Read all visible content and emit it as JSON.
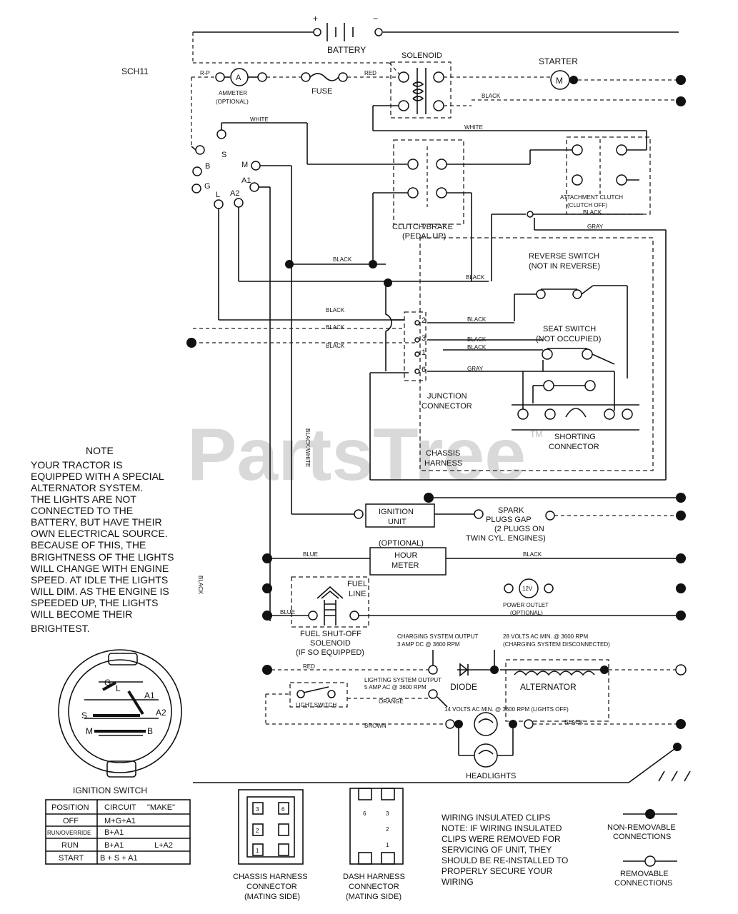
{
  "diagram": {
    "ref": "SCH11",
    "watermark": "PartsTree",
    "watermark_tm": "TM"
  },
  "components": {
    "battery": "BATTERY",
    "battery_pos": "+",
    "battery_neg": "−",
    "solenoid": "SOLENOID",
    "starter": "STARTER",
    "starter_motor": "M",
    "ammeter_symbol": "A",
    "ammeter_1": "AMMETER",
    "ammeter_2": "(OPTIONAL)",
    "fuse": "FUSE",
    "attachment_clutch_1": "ATTACHMENT CLUTCH",
    "attachment_clutch_2": "(CLUTCH OFF)",
    "clutch_brake_1": "CLUTCH/BRAKE",
    "clutch_brake_2": "(PEDAL UP)",
    "reverse_switch_1": "REVERSE SWITCH",
    "reverse_switch_2": "(NOT IN REVERSE)",
    "seat_switch_1": "SEAT SWITCH",
    "seat_switch_2": "(NOT OCCUPIED)",
    "junction_1": "JUNCTION",
    "junction_2": "CONNECTOR",
    "shorting_1": "SHORTING",
    "shorting_2": "CONNECTOR",
    "chassis_harness_1": "CHASSIS",
    "chassis_harness_2": "HARNESS",
    "ignition_unit_1": "IGNITION",
    "ignition_unit_2": "UNIT",
    "spark_1": "SPARK",
    "spark_2": "PLUGS GAP",
    "spark_3": "(2 PLUGS ON",
    "spark_4": "TWIN CYL. ENGINES)",
    "hour_meter_opt": "(OPTIONAL)",
    "hour_meter_1": "HOUR",
    "hour_meter_2": "METER",
    "fuel_line_1": "FUEL",
    "fuel_line_2": "LINE",
    "power_outlet_symbol": "12V",
    "power_outlet_1": "POWER OUTLET",
    "power_outlet_2": "(OPTIONAL)",
    "fuel_shutoff_1": "FUEL SHUT-OFF",
    "fuel_shutoff_2": "SOLENOID",
    "fuel_shutoff_3": "(IF SO EQUIPPED)",
    "charging_1": "CHARGING SYSTEM OUTPUT",
    "charging_2": "3 AMP DC @ 3600 RPM",
    "volts28_1": "28 VOLTS AC MIN. @ 3600 RPM",
    "volts28_2": "(CHARGING SYSTEM DISCONNECTED)",
    "lighting_1": "LIGHTING SYSTEM OUTPUT",
    "lighting_2": "5 AMP AC @ 3600 RPM",
    "diode": "DIODE",
    "alternator": "ALTERNATOR",
    "light_switch": "LIGHT SWITCH",
    "volts14": "14 VOLTS AC MIN. @ 3600 RPM (LIGHTS OFF)",
    "headlights": "HEADLIGHTS",
    "junction_pins": [
      "2",
      "3",
      "1",
      "6"
    ],
    "ign_terminals": {
      "s": "S",
      "m": "M",
      "a1": "A1",
      "a2": "A2",
      "l": "L",
      "g": "G",
      "b": "B"
    }
  },
  "wire_labels": {
    "r_p": "R-P",
    "red": "RED",
    "black": "BLACK",
    "white": "WHITE",
    "gray": "GRAY",
    "blue": "BLUE",
    "blue_fuel": "BLUE",
    "orange": "ORANGE",
    "brown": "BROWN",
    "black_white": "BLACK/WHITE",
    "black_vert": "BLACK"
  },
  "note": {
    "title": "NOTE",
    "lines": [
      "YOUR TRACTOR IS",
      "EQUIPPED WITH A SPECIAL",
      "ALTERNATOR SYSTEM.",
      "THE LIGHTS ARE NOT",
      "CONNECTED TO THE",
      "BATTERY, BUT HAVE THEIR",
      "OWN ELECTRICAL SOURCE.",
      "BECAUSE OF THIS, THE",
      "BRIGHTNESS OF THE LIGHTS",
      "WILL CHANGE WITH ENGINE",
      "SPEED.  AT IDLE THE LIGHTS",
      "WILL DIM.  AS THE ENGINE IS",
      "SPEEDED UP, THE LIGHTS",
      "WILL BECOME THEIR",
      "BRIGHTEST."
    ]
  },
  "ignition_switch": {
    "title": "IGNITION SWITCH",
    "headers": [
      "POSITION",
      "CIRCUIT",
      "\"MAKE\""
    ],
    "rows": [
      [
        "OFF",
        "M+G+A1",
        ""
      ],
      [
        "RUN/OVERRIDE",
        "B+A1",
        ""
      ],
      [
        "RUN",
        "B+A1",
        "L+A2"
      ],
      [
        "START",
        "B + S + A1",
        ""
      ]
    ]
  },
  "connectors": {
    "chassis_1": "CHASSIS HARNESS",
    "chassis_2": "CONNECTOR",
    "chassis_3": "(MATING SIDE)",
    "dash_1": "DASH HARNESS",
    "dash_2": "CONNECTOR",
    "dash_3": "(MATING SIDE)"
  },
  "legend": {
    "clips_lines": [
      "WIRING INSULATED CLIPS",
      "NOTE: IF WIRING INSULATED",
      "CLIPS WERE REMOVED FOR",
      "SERVICING OF UNIT, THEY",
      "SHOULD BE RE-INSTALLED TO",
      "PROPERLY SECURE YOUR",
      "WIRING"
    ],
    "non_removable_1": "NON-REMOVABLE",
    "non_removable_2": "CONNECTIONS",
    "removable_1": "REMOVABLE",
    "removable_2": "CONNECTIONS"
  }
}
